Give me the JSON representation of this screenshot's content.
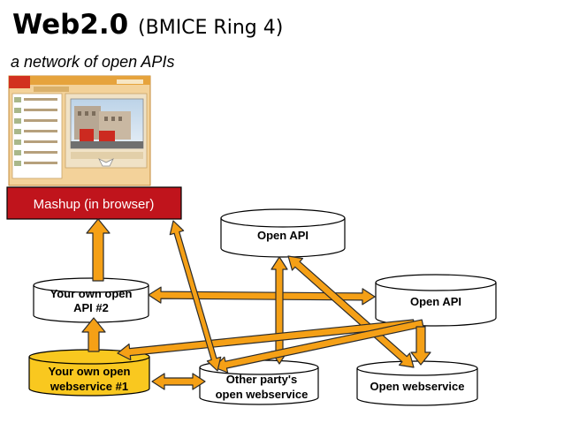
{
  "title": {
    "main": "Web2.0",
    "sub": "(BMICE Ring 4)"
  },
  "subtitle": "a network of open APIs",
  "nodes": {
    "mashup": "Mashup (in browser)",
    "open_api_top": "Open API",
    "own_api_line1": "Your own open",
    "own_api_line2": "API #2",
    "open_api_right": "Open API",
    "own_ws_line1": "Your own open",
    "own_ws_line2": "webservice #1",
    "other_ws_line1": "Other party's",
    "other_ws_line2": "open webservice",
    "open_ws": "Open webservice"
  },
  "colors": {
    "arrow_fill": "#f5a016",
    "arrow_stroke": "#2b2b2b",
    "mashup_fill": "#c0141c",
    "own_ws_fill": "#f9c81f",
    "node_fill": "#ffffff",
    "node_stroke": "#000000"
  }
}
